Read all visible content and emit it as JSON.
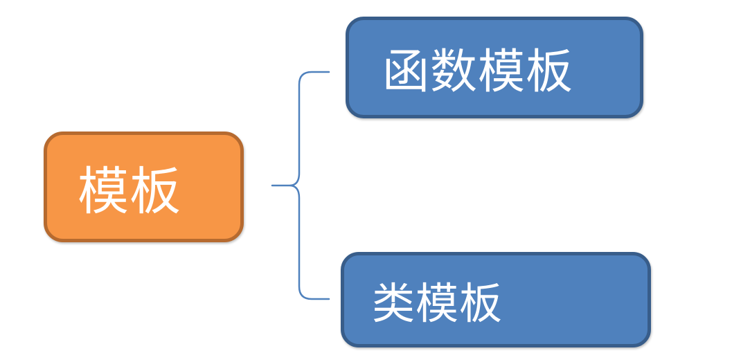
{
  "diagram": {
    "root": {
      "label": "模板"
    },
    "children": [
      {
        "label": "函数模板"
      },
      {
        "label": "类模板"
      }
    ]
  },
  "colors": {
    "root_fill": "#F79646",
    "root_border": "#B66A2F",
    "child_fill": "#4F81BD",
    "child_border": "#385D8A",
    "connector": "#4F81BD",
    "text": "#FFFFFF"
  }
}
